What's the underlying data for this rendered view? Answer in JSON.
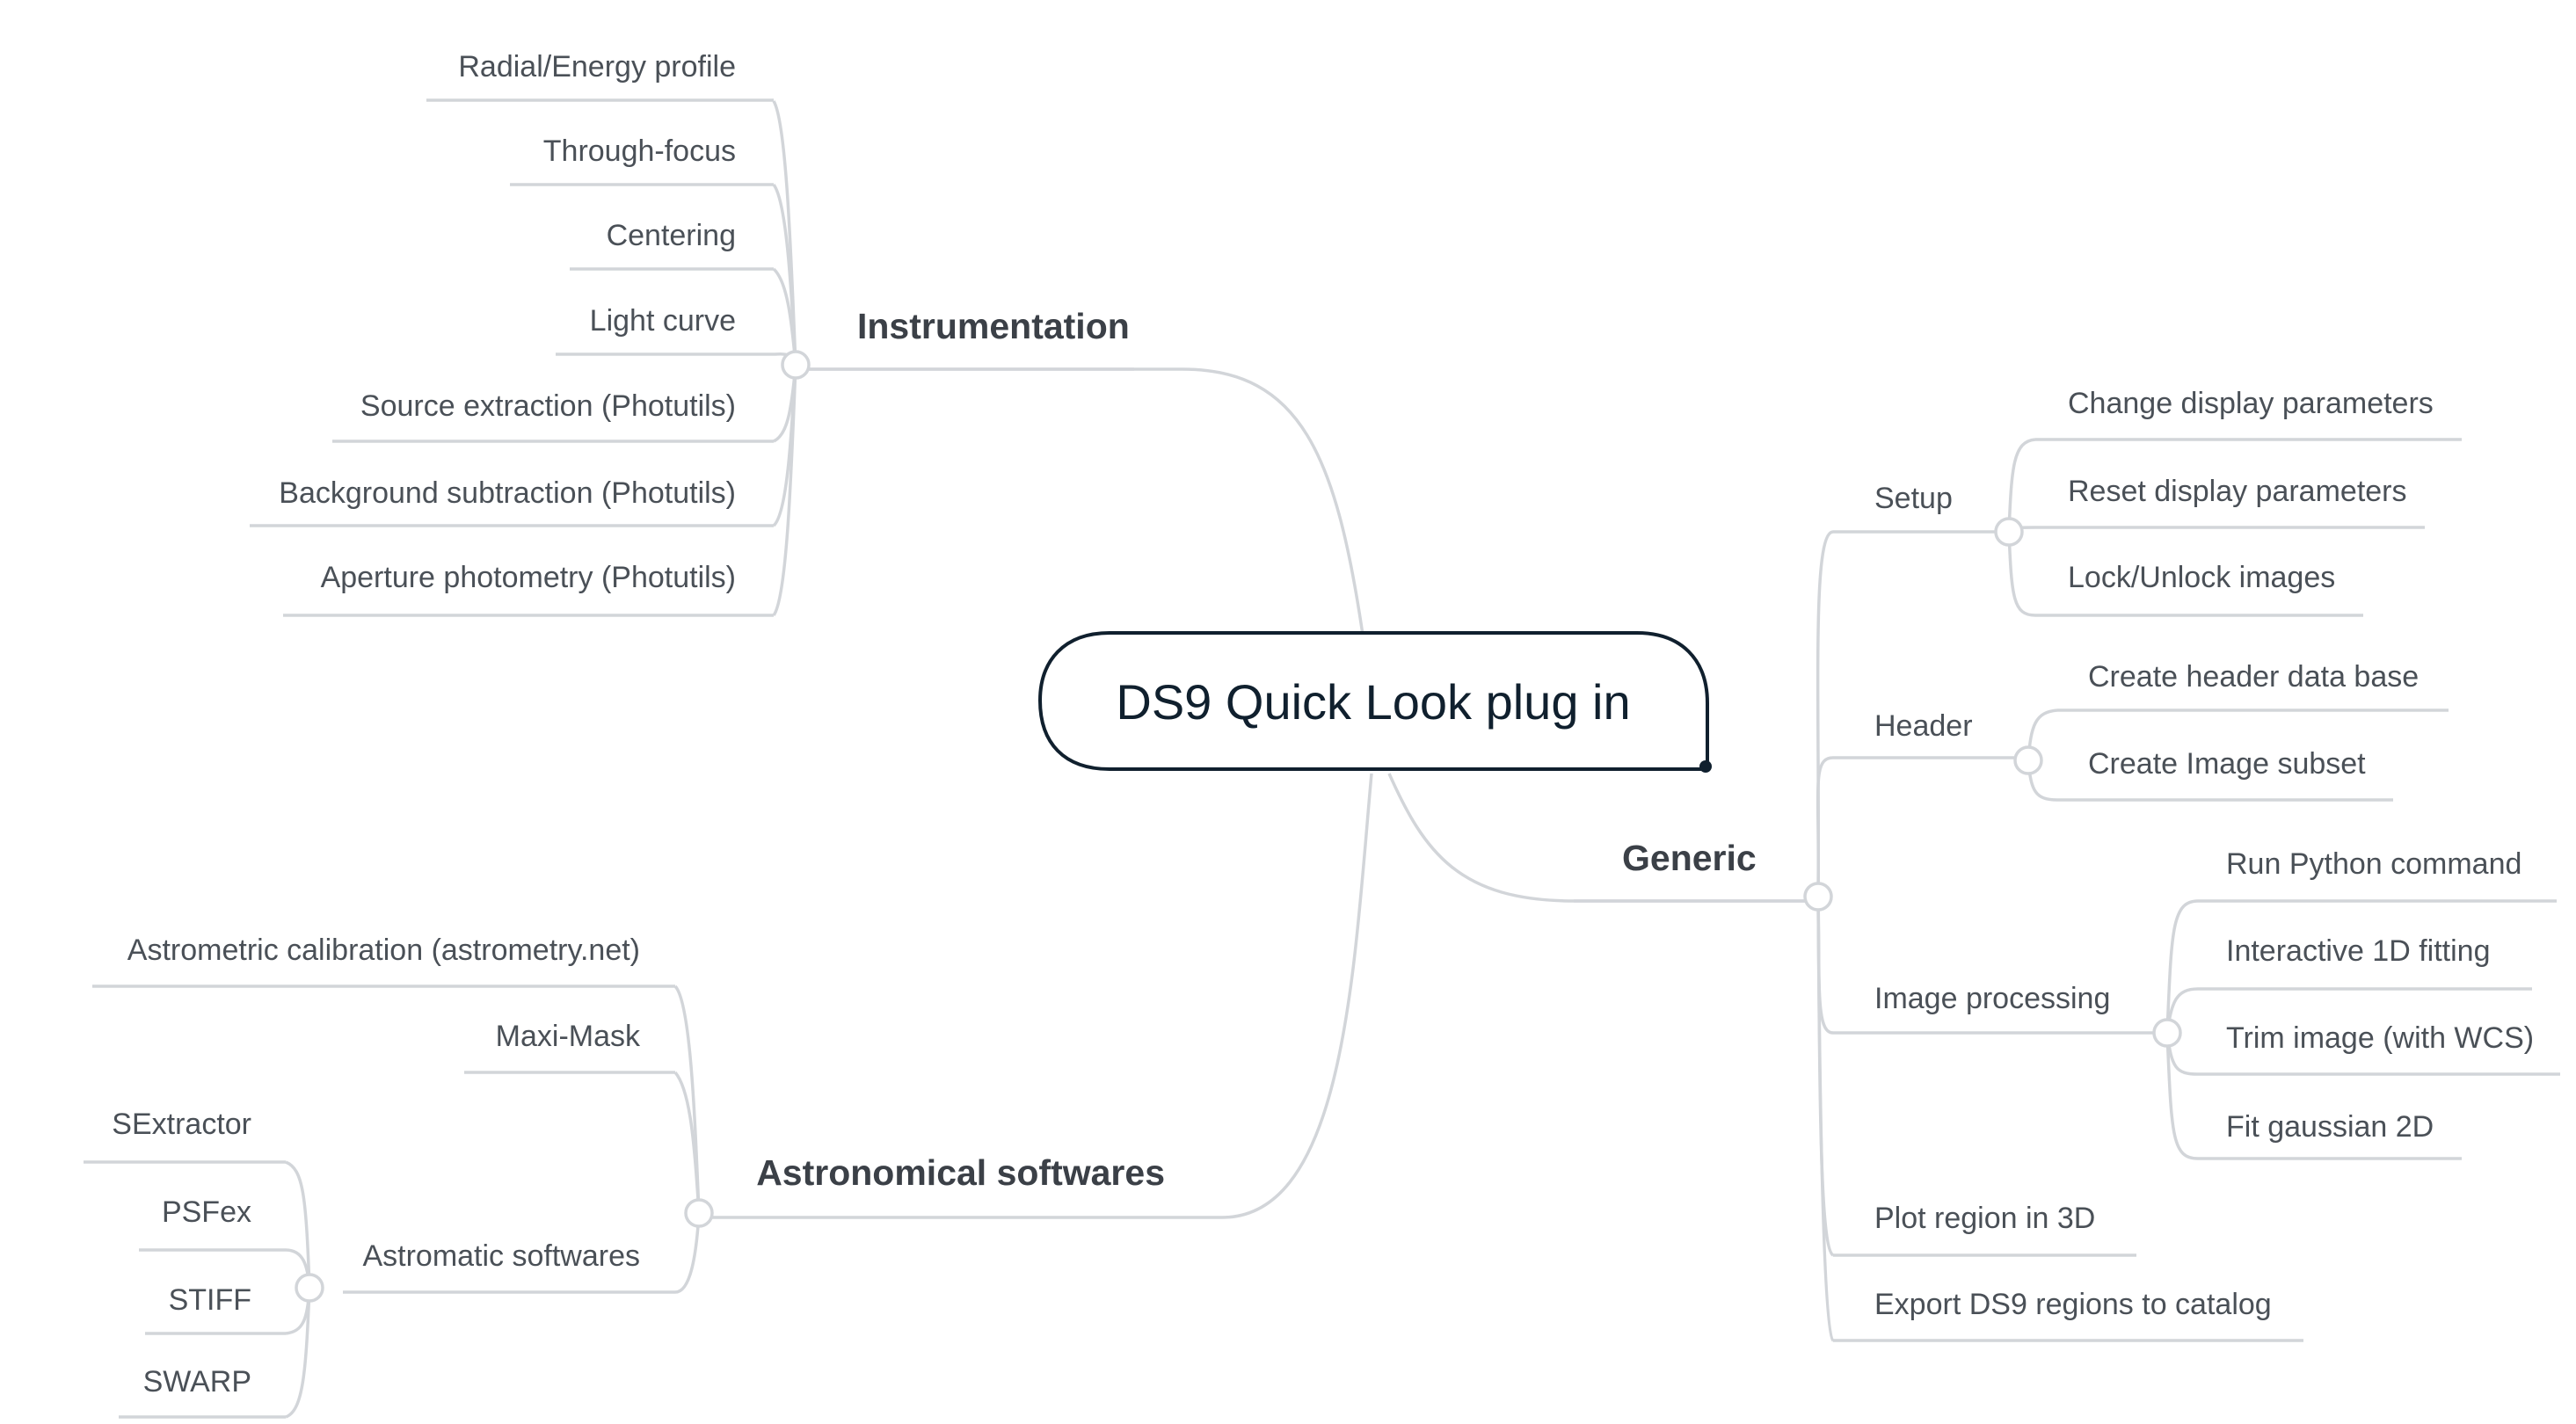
{
  "root": {
    "label": "DS9 Quick Look plug in"
  },
  "branches": {
    "instrumentation": {
      "label": "Instrumentation",
      "items": [
        "Radial/Energy profile",
        "Through-focus",
        "Centering",
        "Light curve",
        "Source extraction (Photutils)",
        "Background subtraction (Photutils)",
        "Aperture photometry (Photutils)"
      ]
    },
    "astronomical_softwares": {
      "label": "Astronomical softwares",
      "items": [
        "Astrometric calibration (astrometry.net)",
        "Maxi-Mask"
      ],
      "astromatic": {
        "label": "Astromatic softwares",
        "items": [
          "SExtractor",
          "PSFex",
          "STIFF",
          "SWARP"
        ]
      }
    },
    "generic": {
      "label": "Generic",
      "setup": {
        "label": "Setup",
        "items": [
          "Change display parameters",
          "Reset display parameters",
          "Lock/Unlock images"
        ]
      },
      "header": {
        "label": "Header",
        "items": [
          "Create header data base",
          "Create Image subset"
        ]
      },
      "image_processing": {
        "label": "Image processing",
        "items": [
          "Run Python command",
          "Interactive 1D fitting",
          "Trim image (with WCS)",
          "Fit gaussian 2D"
        ]
      },
      "plot_region": {
        "label": "Plot region in 3D"
      },
      "export": {
        "label": "Export DS9 regions to catalog"
      }
    }
  },
  "colors": {
    "connector": "#d2d5d9",
    "root_border": "#10202e",
    "text": "#4a5057"
  }
}
